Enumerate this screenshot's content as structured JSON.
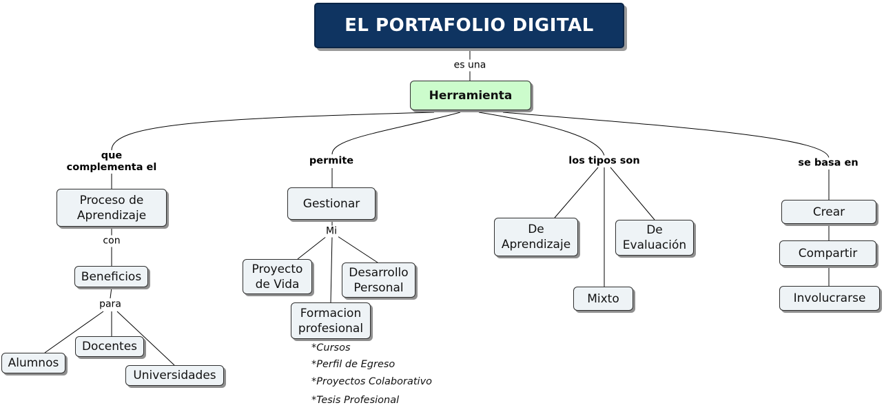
{
  "title": "EL PORTAFOLIO DIGITAL",
  "hub": "Herramienta",
  "links": {
    "es_una": "es una",
    "que_complementa": "que\ncomplementa el",
    "permite": "permite",
    "tipos": "los tipos son",
    "basa": "se basa en",
    "con": "con",
    "para": "para",
    "mi": "Mi"
  },
  "concepts": {
    "proceso": "Proceso de\nAprendizaje",
    "beneficios": "Beneficios",
    "alumnos": "Alumnos",
    "docentes": "Docentes",
    "universidades": "Universidades",
    "gestionar": "Gestionar",
    "proyecto_vida": "Proyecto\nde Vida",
    "desarrollo": "Desarrollo\nPersonal",
    "formacion": "Formacion\nprofesional",
    "de_aprendizaje": "De\nAprendizaje",
    "de_evaluacion": "De\nEvaluación",
    "mixto": "Mixto",
    "crear": "Crear",
    "compartir": "Compartir",
    "involucrarse": "Involucrarse"
  },
  "notes": [
    "*Cursos",
    "*Perfil de Egreso",
    "*Proyectos Colaborativo",
    "*Tesis Profesional"
  ],
  "colors": {
    "title_bg": "#0f3461",
    "hub_bg": "#ccfccc",
    "node_bg": "#eef3f6"
  }
}
